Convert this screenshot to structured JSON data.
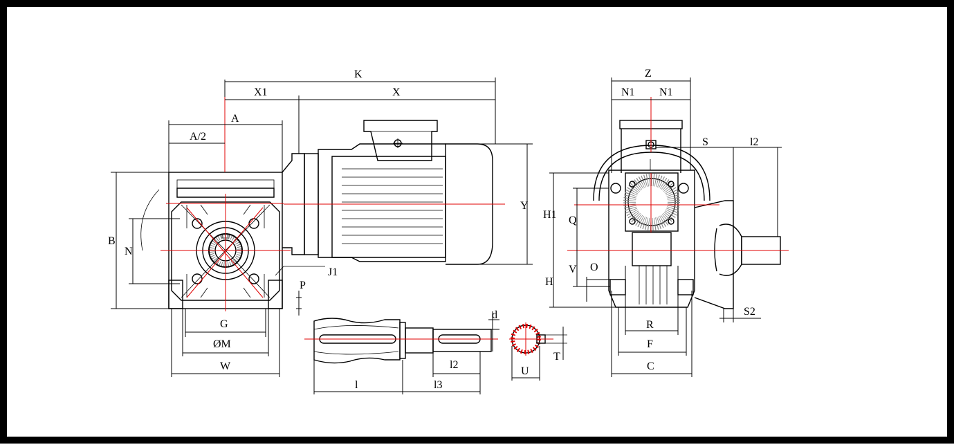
{
  "labels": {
    "K": "K",
    "X1": "X1",
    "X": "X",
    "A": "A",
    "A2": "A/2",
    "B": "B",
    "N_left": "N",
    "Y": "Y",
    "J1": "J1",
    "P": "P",
    "G": "G",
    "OM": "ØM",
    "W": "W",
    "d": "d",
    "l2_shaft": "l2",
    "l": "l",
    "l3": "l3",
    "U": "U",
    "T": "T",
    "Z": "Z",
    "N1_left": "N1",
    "N1_right": "N1",
    "S": "S",
    "l2_side": "l2",
    "H1": "H1",
    "Q": "Q",
    "V": "V",
    "O": "O",
    "H": "H",
    "R": "R",
    "F": "F",
    "C": "C",
    "S2": "S2"
  }
}
